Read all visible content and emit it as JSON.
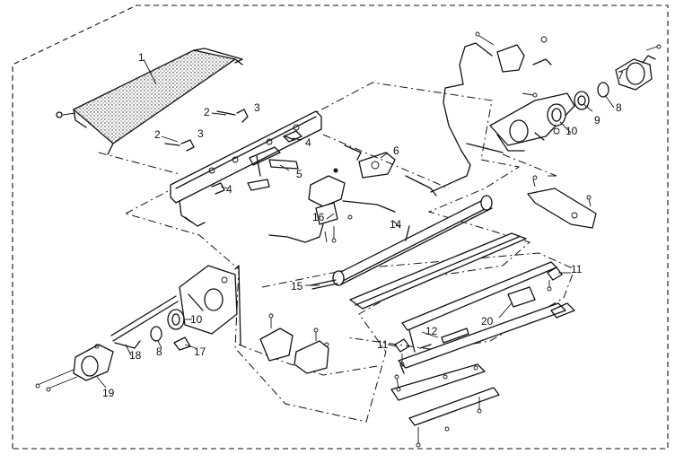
{
  "callouts": [
    {
      "id": "c1",
      "text": "1"
    },
    {
      "id": "c2a",
      "text": "2"
    },
    {
      "id": "c3a",
      "text": "3"
    },
    {
      "id": "c2b",
      "text": "2"
    },
    {
      "id": "c3b",
      "text": "3"
    },
    {
      "id": "c4a",
      "text": "4"
    },
    {
      "id": "c4b",
      "text": "4"
    },
    {
      "id": "c5",
      "text": "5"
    },
    {
      "id": "c6",
      "text": "6"
    },
    {
      "id": "c7",
      "text": "7"
    },
    {
      "id": "c8a",
      "text": "8"
    },
    {
      "id": "c9",
      "text": "9"
    },
    {
      "id": "c10a",
      "text": "10"
    },
    {
      "id": "c11a",
      "text": "11"
    },
    {
      "id": "c12",
      "text": "12"
    },
    {
      "id": "c14",
      "text": "14"
    },
    {
      "id": "c15",
      "text": "15"
    },
    {
      "id": "c16",
      "text": "16"
    },
    {
      "id": "c17",
      "text": "17"
    },
    {
      "id": "c18",
      "text": "18"
    },
    {
      "id": "c8b",
      "text": "8"
    },
    {
      "id": "c10b",
      "text": "10"
    },
    {
      "id": "c11b",
      "text": "11"
    },
    {
      "id": "c19",
      "text": "19"
    },
    {
      "id": "c20",
      "text": "20"
    }
  ]
}
